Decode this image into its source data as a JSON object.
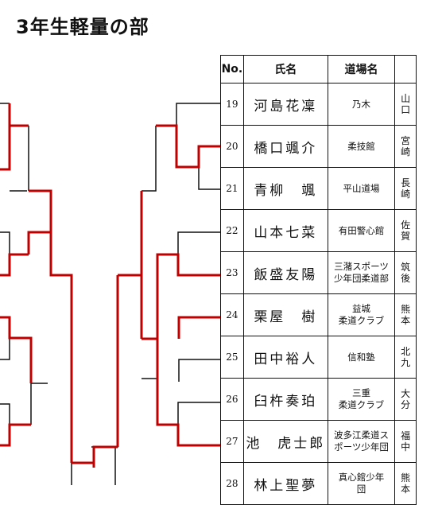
{
  "title": "3年生軽量の部",
  "table": {
    "headers": {
      "no": "No.",
      "name": "氏名",
      "dojo": "道場名",
      "pref": ""
    },
    "rows": [
      {
        "no": "19",
        "name": "河島花凜",
        "dojo_lines": [
          "乃木"
        ],
        "pref": [
          "山",
          "口"
        ]
      },
      {
        "no": "20",
        "name": "橋口颯介",
        "dojo_lines": [
          "柔技館"
        ],
        "pref": [
          "宮",
          "崎"
        ]
      },
      {
        "no": "21",
        "name": "青柳　颯",
        "dojo_lines": [
          "平山道場"
        ],
        "pref": [
          "長",
          "崎"
        ]
      },
      {
        "no": "22",
        "name": "山本七菜",
        "dojo_lines": [
          "有田警心館"
        ],
        "pref": [
          "佐",
          "賀"
        ]
      },
      {
        "no": "23",
        "name": "飯盛友陽",
        "dojo_lines": [
          "三潴スポーツ",
          "少年団柔道部"
        ],
        "pref": [
          "筑",
          "後"
        ]
      },
      {
        "no": "24",
        "name": "栗屋　樹",
        "dojo_lines": [
          "益城",
          "柔道クラブ"
        ],
        "pref": [
          "熊",
          "本"
        ]
      },
      {
        "no": "25",
        "name": "田中裕人",
        "dojo_lines": [
          "信和塾"
        ],
        "pref": [
          "北",
          "九"
        ]
      },
      {
        "no": "26",
        "name": "臼杵奏珀",
        "dojo_lines": [
          "三重",
          "柔道クラブ"
        ],
        "pref": [
          "大",
          "分"
        ]
      },
      {
        "no": "27",
        "name": "池　虎士郎",
        "dojo_lines": [
          "波多江柔道ス",
          "ポーツ少年団"
        ],
        "pref": [
          "福",
          "中"
        ]
      },
      {
        "no": "28",
        "name": "林上聖夢",
        "dojo_lines": [
          "真心館少年",
          "団"
        ],
        "pref": [
          "熊",
          "本"
        ]
      }
    ]
  },
  "colors": {
    "winner_line": "#c00000",
    "line": "#111111"
  }
}
